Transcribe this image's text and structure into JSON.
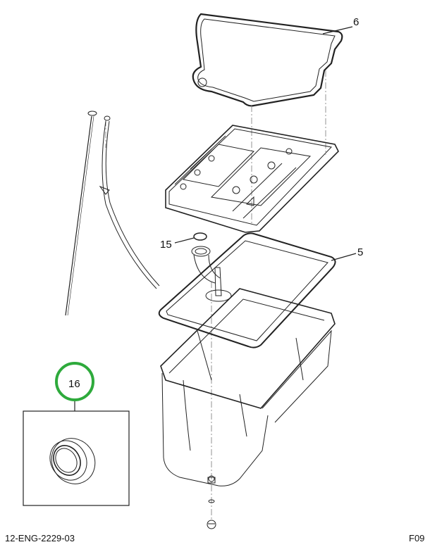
{
  "callouts": {
    "gasket_upper": "6",
    "gasket_lower": "5",
    "o_ring": "15",
    "seal": "16"
  },
  "highlight": {
    "callout": "16",
    "color": "#2eaa3c"
  },
  "footer": {
    "drawing_id": "12-ENG-2229-03",
    "figure_code": "F09"
  }
}
